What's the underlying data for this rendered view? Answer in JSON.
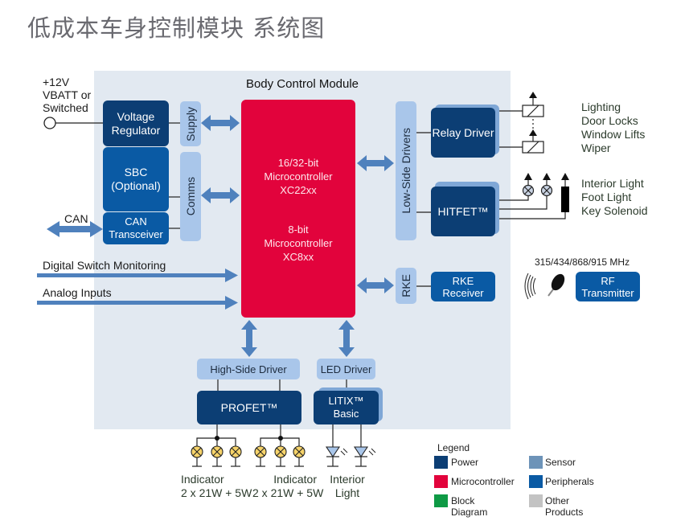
{
  "page_title": "低成本车身控制模块 系统图",
  "module": {
    "title": "Body Control Module"
  },
  "inputs": {
    "supply_label_line1": "+12V",
    "supply_label_line2": "VBATT or",
    "supply_label_line3": "Switched",
    "can_label": "CAN",
    "digital_label": "Digital Switch Monitoring",
    "analog_label": "Analog Inputs"
  },
  "blocks": {
    "voltage_regulator": [
      "Voltage",
      "Regulator"
    ],
    "sbc": [
      "SBC",
      "(Optional)"
    ],
    "can_transceiver": [
      "CAN",
      "Transceiver"
    ],
    "supply_bus": "Supply",
    "comms_bus": "Comms",
    "microcontroller_16_32": [
      "16/32-bit",
      "Microcontroller",
      "XC22xx"
    ],
    "microcontroller_8": [
      "8-bit",
      "Microcontroller",
      "XC8xx"
    ],
    "low_side_bus": "Low-Side Drivers",
    "relay_driver": "Relay Driver",
    "hitfet": "HITFET™",
    "rke_bus": "RKE",
    "rke_receiver": [
      "RKE",
      "Receiver"
    ],
    "high_side_bus": "High-Side Driver",
    "led_bus": "LED Driver",
    "profet": "PROFET™",
    "litix": [
      "LITIX™",
      "Basic"
    ]
  },
  "outputs": {
    "relay_loads": [
      "Lighting",
      "Door Locks",
      "Window Lifts",
      "Wiper"
    ],
    "hitfet_loads": [
      "Interior Light",
      "Foot Light",
      "Key Solenoid"
    ],
    "rf_frequency": "315/434/868/915 MHz",
    "rf_transmitter": [
      "RF",
      "Transmitter"
    ],
    "indicator_1": [
      "Indicator",
      "2 x 21W + 5W"
    ],
    "indicator_2": [
      "Indicator",
      "2 x 21W + 5W"
    ],
    "interior_light": [
      "Interior",
      "Light"
    ]
  },
  "legend": {
    "title": "Legend",
    "items": [
      {
        "label": "Power",
        "color": "#0c3e74"
      },
      {
        "label": "Microcontroller",
        "color": "#e2033c"
      },
      {
        "label": "Block Diagram",
        "color": "#0e9a45"
      },
      {
        "label": "Sensor",
        "color": "#6d93b8"
      },
      {
        "label": "Peripherals",
        "color": "#0a5aa4"
      },
      {
        "label": "Other Products",
        "color": "#c3c3c3"
      }
    ]
  },
  "colors": {
    "arrow": "#4f81bd",
    "module_bg": "#e2e9f1"
  }
}
